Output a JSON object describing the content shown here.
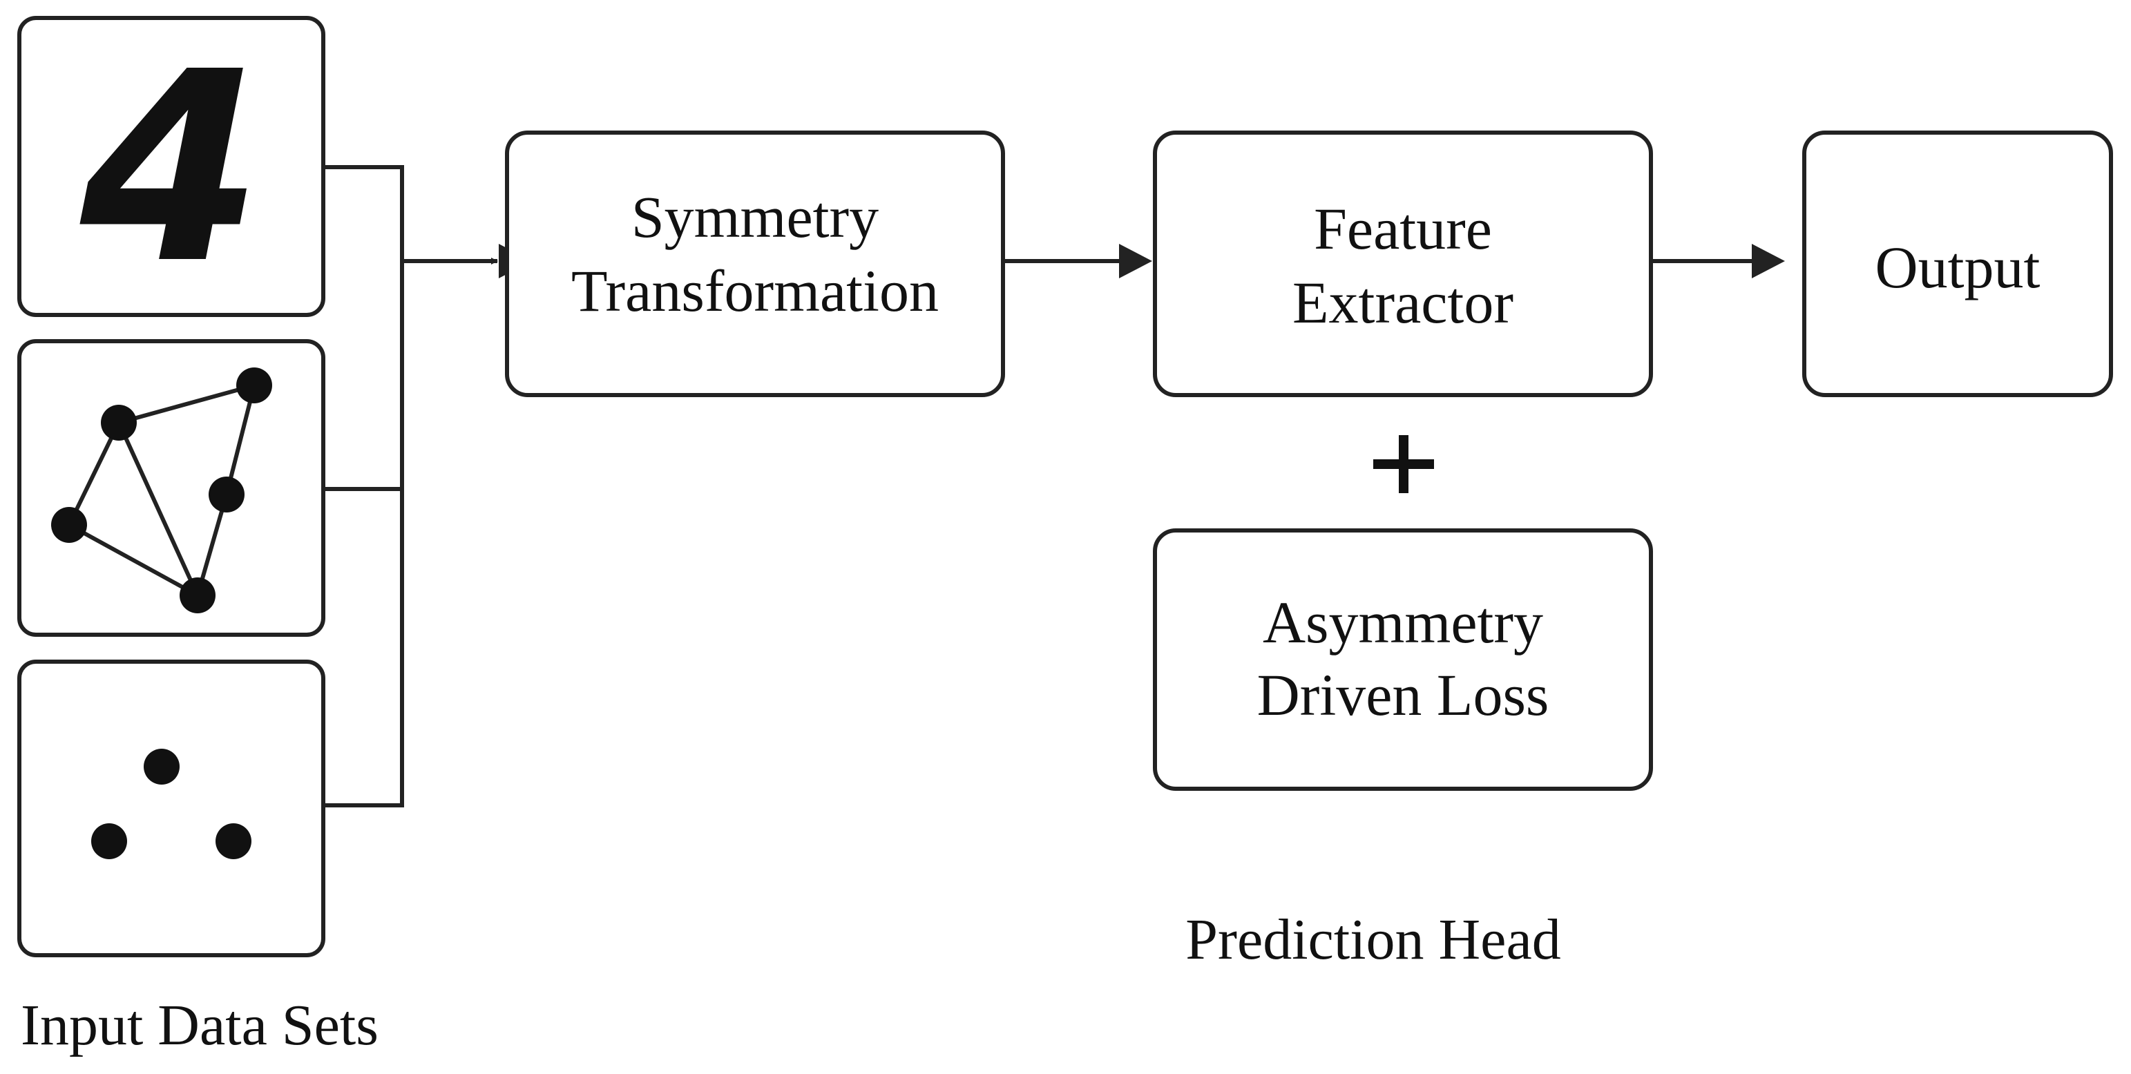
{
  "input_block": {
    "caption": "Input Data Sets",
    "digit_sample": "4"
  },
  "symmetry_block": {
    "line1": "Symmetry",
    "line2": "Transformation"
  },
  "feature_block": {
    "line1": "Feature",
    "line2": "Extractor"
  },
  "output_block": {
    "label": "Output"
  },
  "loss_block": {
    "line1": "Asymmetry",
    "line2": "Driven Loss"
  },
  "plus_symbol": "+",
  "prediction_head": {
    "caption": "Prediction Head"
  },
  "colors": {
    "stroke": "#222222",
    "text": "#111111",
    "background": "#ffffff"
  }
}
